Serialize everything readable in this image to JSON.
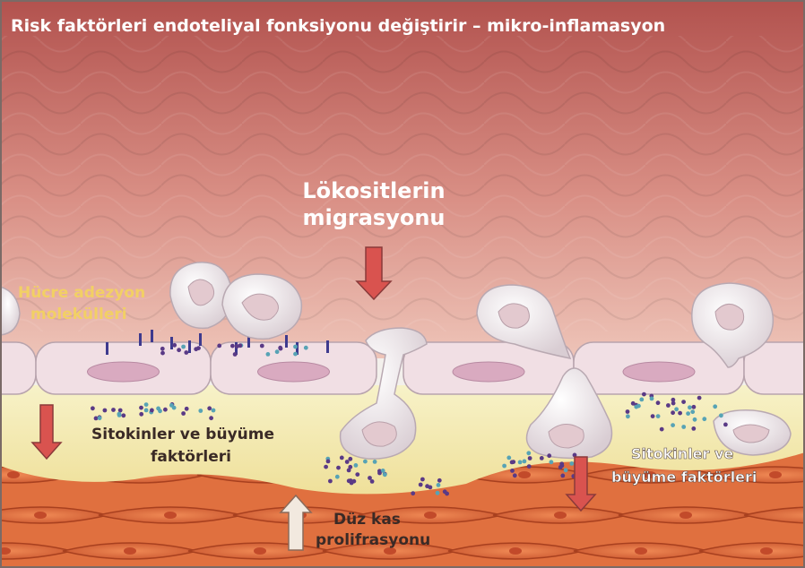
{
  "title": "Risk faktörleri endoteliyal fonksiyonu değiştirir  –   mikro-inflamasyon",
  "labels": {
    "leukocyte_line1": "Lökositlerin",
    "leukocyte_line2": "migrasyonu",
    "adhesion_line1": "Hücre adezyon",
    "adhesion_line2": "molekülleri",
    "cytokine_left_line1": "Sitokinler ve büyüme",
    "cytokine_left_line2": "faktörleri",
    "cytokine_right_line1": "Sitokinler ve",
    "cytokine_right_line2": "büyüme faktörleri",
    "smc_line1": "Düz kas",
    "smc_line2": "prolifrasyonu"
  },
  "colors": {
    "lumen_top": "#b2524e",
    "lumen_mid": "#d98f85",
    "lumen_bottom": "#eec4b8",
    "endothelium": "#f1dfe4",
    "nucleus": "#d9aac0",
    "intima": "#f3edb4",
    "muscle": "#e0703f",
    "leukocyte": "#f4eeee",
    "arrow_fill": "#d9534f",
    "arrow_up_fill": "#f2e9df",
    "adhesion_text": "#f2d064",
    "title_text": "#ffffff",
    "label_dark": "#3a2a26",
    "label_light": "#ffffff",
    "dot_purple": "#5a3a86",
    "dot_teal": "#57a3b5"
  }
}
